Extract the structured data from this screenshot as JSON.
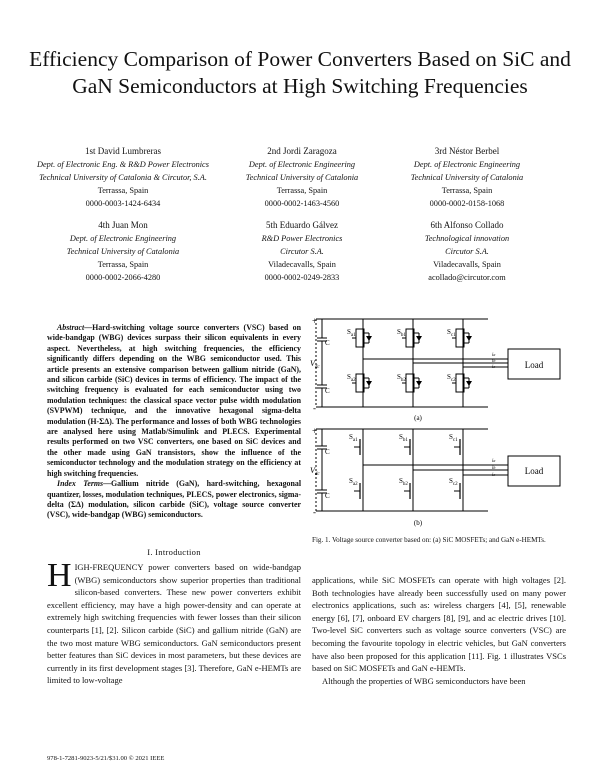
{
  "title": "Efficiency Comparison of Power Converters Based on SiC and GaN Semiconductors at High Switching Frequencies",
  "authors": [
    {
      "sup": "1st",
      "name": "David Lumbreras",
      "aff1": "Dept. of Electronic Eng. & R&D Power Electronics",
      "aff2": "Technical University of Catalonia & Circutor, S.A.",
      "city": "Terrassa, Spain",
      "id": "0000-0003-1424-6434"
    },
    {
      "sup": "2nd",
      "name": "Jordi Zaragoza",
      "aff1": "Dept. of Electronic Engineering",
      "aff2": "Technical University of Catalonia",
      "city": "Terrassa, Spain",
      "id": "0000-0002-1463-4560"
    },
    {
      "sup": "3rd",
      "name": "Néstor Berbel",
      "aff1": "Dept. of Electronic Engineering",
      "aff2": "Technical University of Catalonia",
      "city": "Terrassa, Spain",
      "id": "0000-0002-0158-1068"
    },
    {
      "sup": "4th",
      "name": "Juan Mon",
      "aff1": "Dept. of Electronic Engineering",
      "aff2": "Technical University of Catalonia",
      "city": "Terrassa, Spain",
      "id": "0000-0002-2066-4280"
    },
    {
      "sup": "5th",
      "name": "Eduardo Gálvez",
      "aff1": "R&D Power Electronics",
      "aff2": "Circutor S.A.",
      "city": "Viladecavalls, Spain",
      "id": "0000-0002-0249-2833"
    },
    {
      "sup": "6th",
      "name": "Alfonso Collado",
      "aff1": "Technological innovation",
      "aff2": "Circutor S.A.",
      "city": "Viladecavalls, Spain",
      "id": "acollado@circutor.com"
    }
  ],
  "abstract": {
    "label": "Abstract",
    "text": "—Hard-switching voltage source converters (VSC) based on wide-bandgap (WBG) devices surpass their silicon equivalents in every aspect. Nevertheless, at high switching frequencies, the efficiency significantly differs depending on the WBG semiconductor used. This article presents an extensive comparison between gallium nitride (GaN), and silicon carbide (SiC) devices in terms of efficiency. The impact of the switching frequency is evaluated for each semiconductor using two modulation techniques: the classical space vector pulse width modulation (SVPWM) technique, and the innovative hexagonal sigma-delta modulation (H-ΣΔ). The performance and losses of both WBG technologies are analysed here using Matlab/Simulink and PLECS. Experimental results performed on two VSC converters, one based on SiC devices and the other made using GaN transistors, show the influence of the semiconductor technology and the modulation strategy on the efficiency at high switching frequencies."
  },
  "index_terms": {
    "label": "Index Terms",
    "text": "—Gallium nitride (GaN), hard-switching, hexagonal quantizer, losses, modulation techniques, PLECS, power electronics, sigma-delta (ΣΔ) modulation, silicon carbide (SiC), voltage source converter (VSC), wide-bandgap (WBG) semiconductors."
  },
  "section": {
    "heading": "I. Introduction"
  },
  "intro_dropcap": "H",
  "intro_left": "IGH-FREQUENCY power converters based on wide-bandgap (WBG) semiconductors show superior properties than traditional silicon-based converters. These new power converters exhibit excellent efficiency, may have a high power-density and can operate at extremely high switching frequencies with fewer losses than their silicon counterparts [1], [2]. Silicon carbide (SiC) and gallium nitride (GaN) are the two most mature WBG semiconductors. GaN semiconductors present better features than SiC devices in most parameters, but these devices are currently in its first development stages [3]. Therefore, GaN e-HEMTs are limited to low-voltage",
  "intro_right_p1": "applications, while SiC MOSFETs can operate with high voltages [2]. Both technologies have already been successfully used on many power electronics applications, such as: wireless chargers [4], [5], renewable energy [6], [7], onboard EV chargers [8], [9], and ac electric drives [10]. Two-level SiC converters such as voltage source converters (VSC) are becoming the favourite topology in electric vehicles, but GaN converters have also been proposed for this application [11]. Fig. 1 illustrates VSCs based on SiC MOSFETs and GaN e-HEMTs.",
  "intro_right_p2": "Although the properties of WBG semiconductors have been",
  "caption": "Fig. 1.  Voltage source converter based on: (a) SiC MOSFETs; and GaN e-HEMTs.",
  "footer": "978-1-7281-9023-5/21/$31.00 © 2021 IEEE",
  "figure": {
    "load_label": "Load",
    "vdc_label": "V",
    "vdc_sub": "dc",
    "c_label": "C",
    "plus": "+",
    "minus": "-",
    "panel_a": "(a)",
    "panel_b": "(b)",
    "switch_a_top": [
      "S_a1",
      "S_b1",
      "S_c1"
    ],
    "switch_a_bot": [
      "S_a2",
      "S_b2",
      "S_c2"
    ],
    "currents": [
      "i_a",
      "i_b",
      "i_c"
    ]
  }
}
